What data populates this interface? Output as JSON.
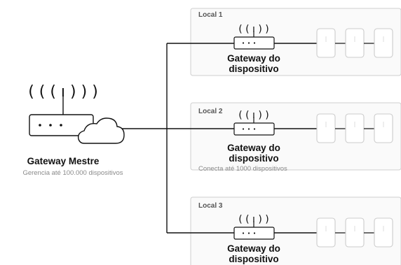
{
  "master": {
    "title": "Gateway Mestre",
    "caption": "Gerencia até 100.000 dispositivos",
    "radio_glyph": "( ( ( ı ) ) )",
    "icon": "router-icon",
    "cloud_icon": "cloud-icon"
  },
  "sites": [
    {
      "label": "Local 1",
      "gateway_line1": "Gateway do",
      "gateway_line2": "dispositivo",
      "device_count": 3,
      "caption": ""
    },
    {
      "label": "Local 2",
      "gateway_line1": "Gateway do",
      "gateway_line2": "dispositivo",
      "device_count": 3,
      "caption": "Conecta até 1000 dispositivos"
    },
    {
      "label": "Local 3",
      "gateway_line1": "Gateway do",
      "gateway_line2": "dispositivo",
      "device_count": 3,
      "caption": ""
    }
  ],
  "site_radio_glyph": "( ( ı ) )",
  "device_icon": "device-tile-icon",
  "colors": {
    "line": "#111111",
    "box_border": "#cfcfcf",
    "box_fill": "#fafafa",
    "device_stroke": "#cccccc"
  }
}
